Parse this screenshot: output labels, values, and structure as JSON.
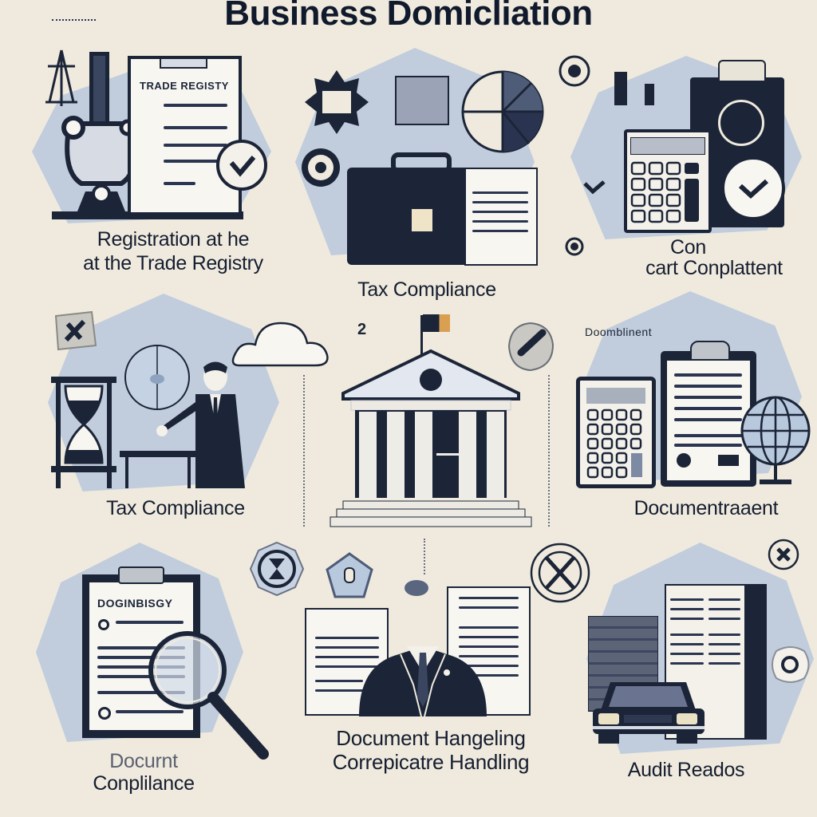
{
  "title": "Business Domicliation",
  "colors": {
    "background": "#efeadd",
    "accent_blue": "#b8c8dd",
    "navy": "#1c2538",
    "paper": "#f7f6f1",
    "flag_orange": "#d8a050"
  },
  "panels": [
    {
      "id": "trade-registry",
      "label_line1": "Registration at he",
      "label_line2": "at the Trade Registry",
      "clipboard_heading": "TRADE REGISTY",
      "icons": [
        "scale-icon",
        "microscope-icon",
        "clipboard-icon",
        "clock-icon"
      ]
    },
    {
      "id": "tax-compliance-top",
      "label": "Tax Compliance",
      "icons": [
        "badge-icon",
        "photo-frame-icon",
        "pie-chart-icon",
        "seal-icon",
        "briefcase-icon",
        "document-icon"
      ]
    },
    {
      "id": "compliance-top-right",
      "label_line1": "Con",
      "label_line2": "cart Conplattent",
      "icons": [
        "bell-icon",
        "bar-chart-icon",
        "calculator-icon",
        "binder-icon",
        "clock-icon",
        "checkmark-icon"
      ]
    },
    {
      "id": "tax-compliance-mid",
      "label": "Tax Compliance",
      "icons": [
        "stamp-icon",
        "wall-clock-icon",
        "hourglass-icon",
        "businessman-icon",
        "desk-icon",
        "cloud-icon"
      ]
    },
    {
      "id": "government-building",
      "icons": [
        "flag-icon",
        "courthouse-icon",
        "checkmark-badge-icon"
      ]
    },
    {
      "id": "document-management",
      "label": "Documentraaent",
      "small_heading": "Doomblinent",
      "icons": [
        "calculator-icon",
        "clipboard-icon",
        "globe-icon"
      ]
    },
    {
      "id": "document-compliance",
      "label_line1": "Docurnt",
      "label_line2": "Conplilance",
      "clipboard_heading": "DOGINBISGY",
      "icons": [
        "hourglass-badge-icon",
        "clipboard-icon",
        "magnifier-icon"
      ]
    },
    {
      "id": "corporate-handling",
      "label_line1": "Document Hangeling",
      "label_line2": "Correpicatre Handling",
      "icons": [
        "pentagon-badge-icon",
        "document-icon",
        "businessman-suit-icon",
        "compass-x-icon"
      ]
    },
    {
      "id": "audit-readiness",
      "label": "Audit Readοs",
      "icons": [
        "building-icon",
        "document-icon",
        "car-icon",
        "x-circle-icon",
        "gear-icon"
      ]
    }
  ]
}
